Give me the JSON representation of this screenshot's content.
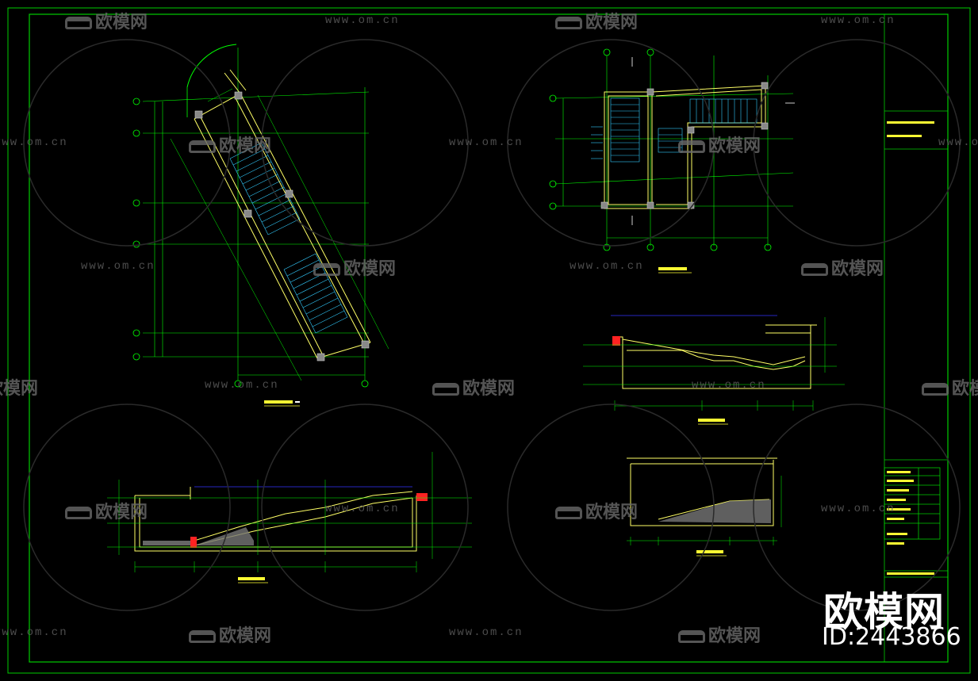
{
  "watermarks": {
    "site": "www.om.cn",
    "brand": "欧模网"
  },
  "brand_block": {
    "name": "欧模网",
    "id_text": "ID:2443866"
  },
  "colors": {
    "background": "#000000",
    "frame": "#00ff00",
    "structure": "#ffff66",
    "stairs": "#33ccff",
    "dimensions": "#00ff00",
    "section_red": "#ff0000",
    "watermark": "#666666"
  },
  "drawing_views": [
    {
      "id": "plan-diagonal",
      "title_icon": "title-bar"
    },
    {
      "id": "plan-small",
      "title_icon": "title-bar"
    },
    {
      "id": "section-c-c",
      "title_icon": "title-bar"
    },
    {
      "id": "section-b-b",
      "title_icon": "title-bar"
    },
    {
      "id": "section-a-a",
      "title_icon": "title-bar"
    }
  ]
}
